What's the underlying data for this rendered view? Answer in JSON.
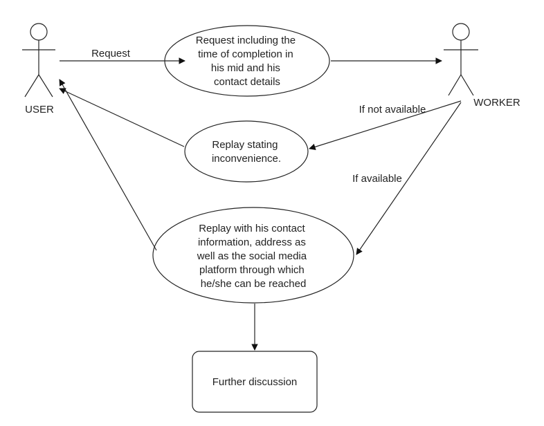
{
  "actors": {
    "user": {
      "label": "USER"
    },
    "worker": {
      "label": "WORKER"
    }
  },
  "use_cases": {
    "request": {
      "lines": [
        "Request including the",
        "time of completion in",
        "his mid and his",
        "contact details"
      ]
    },
    "replay_inconvenience": {
      "lines": [
        "Replay stating",
        "inconvenience."
      ]
    },
    "replay_contact": {
      "lines": [
        "Replay with his contact",
        "information, address as",
        "well as the social media",
        "platform through which",
        "he/she can be reached"
      ]
    }
  },
  "process": {
    "further_discussion": {
      "label": "Further discussion"
    }
  },
  "edge_labels": {
    "request": "Request",
    "if_not_available": "If not available",
    "if_available": "If available"
  }
}
